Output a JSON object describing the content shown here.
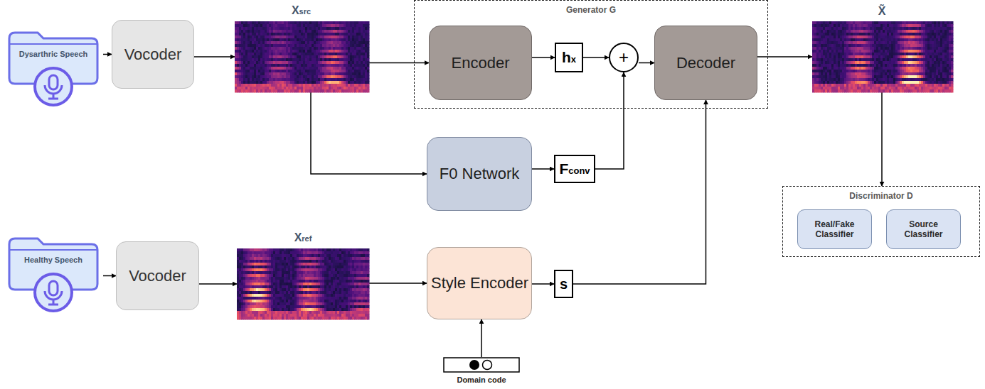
{
  "diagram": {
    "nodes": [
      {
        "text": [
          "Dysarthric Speech"
        ]
      },
      {
        "text": [
          "Vocoder"
        ]
      },
      {
        "text": [
          "Xsrc"
        ]
      },
      {
        "text": [
          "Generator G"
        ]
      },
      {
        "text": [
          "Encoder"
        ],
        "in": 3
      },
      {
        "text": [
          "hx"
        ],
        "in": 3
      },
      {
        "text": [
          "+"
        ],
        "in": 3
      },
      {
        "text": [
          "Decoder"
        ],
        "in": 3
      },
      {
        "text": [
          "X̃"
        ]
      },
      {
        "text": [
          "F0 Network"
        ]
      },
      {
        "text": [
          "Fconv"
        ]
      },
      {
        "text": [
          "Discriminator D"
        ]
      },
      {
        "text": [
          "Real/Fake Classifier"
        ],
        "in": 11
      },
      {
        "text": [
          "Source Classifier"
        ],
        "in": 11
      },
      {
        "text": [
          "Healthy Speech"
        ]
      },
      {
        "text": [
          "Vocoder"
        ]
      },
      {
        "text": [
          "Xref"
        ]
      },
      {
        "text": [
          "Style Encoder"
        ]
      },
      {
        "text": [
          "s"
        ]
      },
      {
        "text": [
          "Domain code"
        ]
      }
    ],
    "edges": [
      {
        "from": 0,
        "to": 1,
        "arrow": "to"
      },
      {
        "from": 1,
        "to": 2,
        "arrow": "to"
      },
      {
        "from": 2,
        "to": 4,
        "arrow": "to"
      },
      {
        "from": 2,
        "to": 9,
        "arrow": "to"
      },
      {
        "from": 4,
        "to": 5,
        "arrow": "to"
      },
      {
        "from": 5,
        "to": 6,
        "arrow": "to"
      },
      {
        "from": 6,
        "to": 7,
        "arrow": "to"
      },
      {
        "from": 7,
        "to": 8,
        "arrow": "to"
      },
      {
        "from": 8,
        "to": 11,
        "arrow": "to"
      },
      {
        "from": 9,
        "to": 10,
        "arrow": "to"
      },
      {
        "from": 10,
        "to": 6,
        "arrow": "to"
      },
      {
        "from": 14,
        "to": 15,
        "arrow": "to"
      },
      {
        "from": 15,
        "to": 16,
        "arrow": "to"
      },
      {
        "from": 16,
        "to": 17,
        "arrow": "to"
      },
      {
        "from": 17,
        "to": 18,
        "arrow": "to"
      },
      {
        "from": 18,
        "to": 7,
        "arrow": "to"
      },
      {
        "from": 19,
        "to": 17,
        "arrow": "to"
      }
    ]
  }
}
